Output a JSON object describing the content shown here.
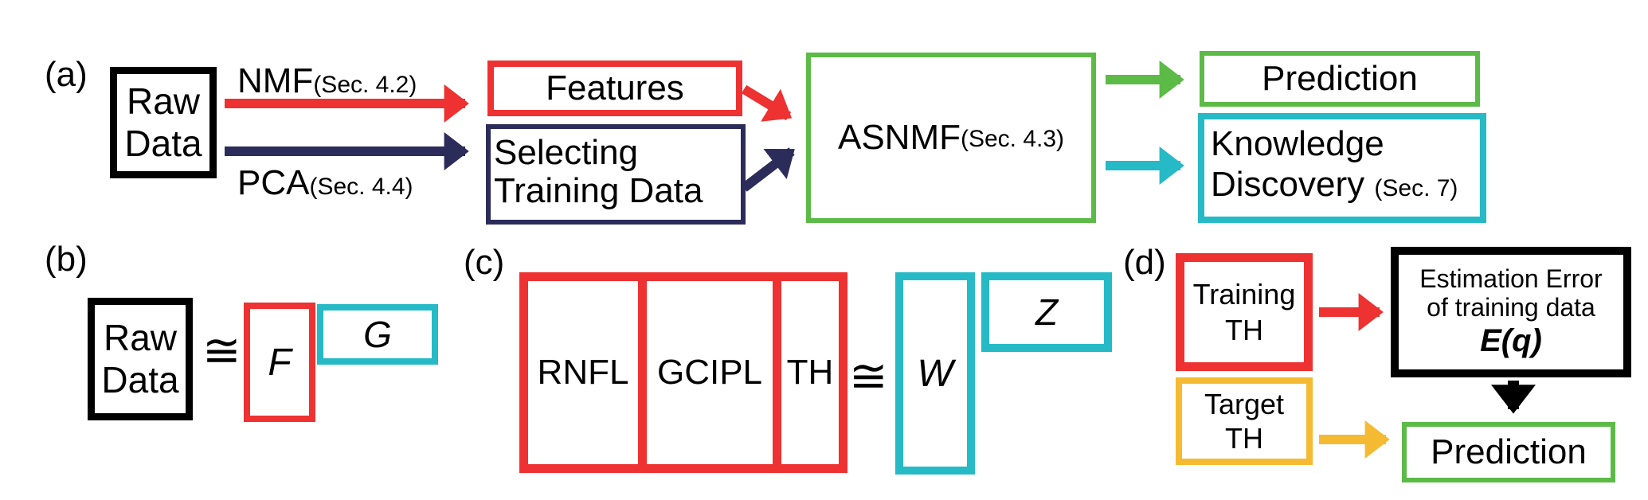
{
  "panels": {
    "a": "(a)",
    "b": "(b)",
    "c": "(c)",
    "d": "(d)"
  },
  "a": {
    "raw_data_line1": "Raw",
    "raw_data_line2": "Data",
    "nmf_label": "NMF",
    "nmf_sec": "(Sec. 4.2)",
    "pca_label": "PCA",
    "pca_sec": "(Sec. 4.4)",
    "features": "Features",
    "selecting_line1": "Selecting",
    "selecting_line2": "Training Data",
    "asnmf_label": "ASNMF",
    "asnmf_sec": "(Sec. 4.3)",
    "prediction": "Prediction",
    "knowledge_line1": "Knowledge",
    "knowledge_line2": "Discovery",
    "knowledge_sec": "(Sec. 7)"
  },
  "b": {
    "raw_data_line1": "Raw",
    "raw_data_line2": "Data",
    "approx": "≅",
    "f": "F",
    "g": "G"
  },
  "c": {
    "rnfl": "RNFL",
    "gcipl": "GCIPL",
    "th": "TH",
    "approx": "≅",
    "w": "W",
    "z": "Z"
  },
  "d": {
    "training_line1": "Training",
    "training_line2": "TH",
    "target_line1": "Target",
    "target_line2": "TH",
    "error_line1": "Estimation Error",
    "error_line2": "of training data",
    "error_formula": "E(q)",
    "prediction": "Prediction"
  },
  "colors": {
    "red": "#ee3131",
    "navy": "#2c2c5a",
    "green": "#5cba47",
    "teal": "#26b9c6",
    "gold": "#f4bb32",
    "black": "#000000"
  }
}
